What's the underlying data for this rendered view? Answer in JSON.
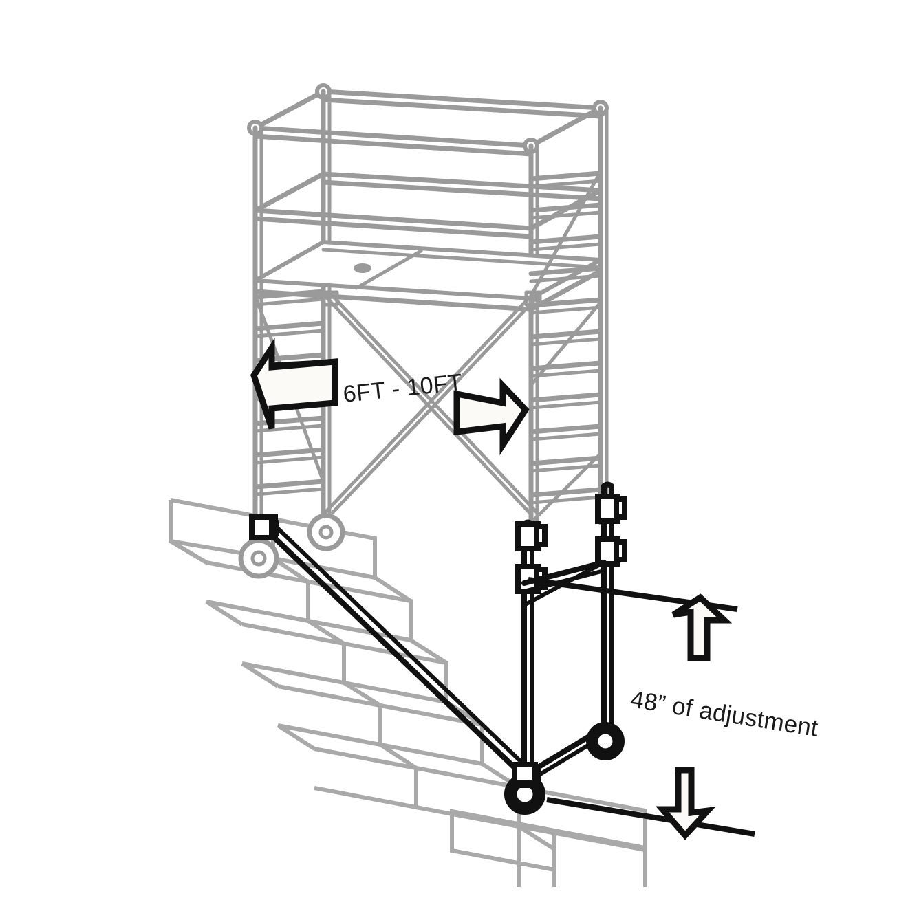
{
  "diagram": {
    "title": "Adjustable scaffold tower on stairs",
    "background_color": "#ffffff",
    "frame_color": "#9a9a9a",
    "stair_color": "#a8a8a8",
    "accent_color": "#111111",
    "annotations": {
      "width_label": "6FT - 10FT",
      "adjustment_label": "48” of adjustment"
    },
    "icons": {
      "arrow_left": "arrow-left-icon",
      "arrow_right": "arrow-right-icon",
      "arrow_up": "arrow-up-icon",
      "arrow_down": "arrow-down-icon"
    },
    "parts": {
      "scaffold_frame": "scaffold-tower-frame",
      "guardrail_upper": "upper-guardrail",
      "guardrail_mid": "mid-guardrail",
      "platform_deck": "work-platform-deck",
      "deck_hatch_handle": "deck-hatch-handle",
      "cross_brace": "x-cross-brace",
      "left_ladder_frame": "left-ladder-frame",
      "right_ladder_frame": "right-ladder-frame",
      "caster_wheel": "caster-wheel",
      "leg_extension": "adjustable-leg-extension",
      "leg_clamp": "leg-clamp-collar",
      "stair_brace": "stair-stabilizer-brace",
      "stairs": "staircase",
      "leader_line_top": "leader-line-top",
      "leader_line_bottom": "leader-line-bottom"
    },
    "stairs": {
      "step_count": 9
    }
  }
}
